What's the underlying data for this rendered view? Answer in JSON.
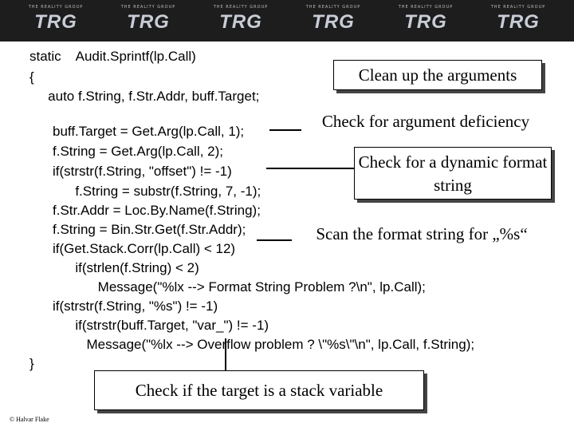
{
  "header": {
    "logo_text": "TRG",
    "logo_tagline": "THE REALITY GROUP",
    "logo_count": 6
  },
  "code_lines": [
    "static    Audit.Sprintf(lp.Call)",
    "{",
    "   auto f.String, f.Str.Addr, buff.Target;",
    "buff.Target = Get.Arg(lp.Call, 1);",
    "f.String = Get.Arg(lp.Call, 2);",
    "if(strstr(f.String, \"offset\") != -1)",
    "      f.String = substr(f.String, 7, -1);",
    "f.Str.Addr = Loc.By.Name(f.String);",
    "f.String = Bin.Str.Get(f.Str.Addr);",
    "if(Get.Stack.Corr(lp.Call) < 12)",
    "      if(strlen(f.String) < 2)",
    "            Message(\"%lx --> Format String Problem ?\\n\", lp.Call);",
    "if(strstr(f.String, \"%s\") != -1)",
    "      if(strstr(buff.Target, \"var_\") != -1)",
    "         Message(\"%lx --> Overflow problem ? \\\"%s\\\"\\n\", lp.Call, f.String);",
    "}"
  ],
  "annotations": {
    "clean_up": "Clean up the arguments",
    "arg_deficiency": "Check for argument deficiency",
    "dynamic_format": "Check for a dynamic format string",
    "scan_format": "Scan the format string for „%s“",
    "stack_variable": "Check if the target is a stack variable"
  },
  "footer": {
    "copyright": "© Halvar Flake"
  }
}
